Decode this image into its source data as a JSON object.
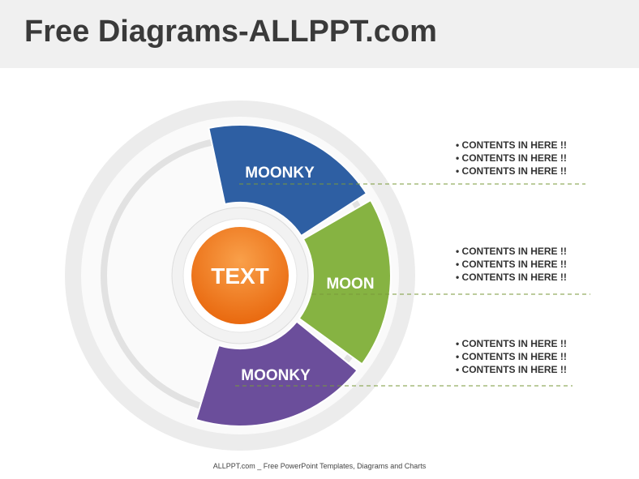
{
  "title": "Free Diagrams-ALLPPT.com",
  "center": {
    "label": "TEXT",
    "color": "#f07a1a"
  },
  "segments": [
    {
      "label": "MOONKY",
      "color": "#2e5fa3",
      "contents": [
        "• CONTENTS IN HERE !!",
        "• CONTENTS IN HERE !!",
        "• CONTENTS IN HERE !!"
      ]
    },
    {
      "label": "MOON",
      "color": "#86b342",
      "contents": [
        "• CONTENTS IN HERE !!",
        "• CONTENTS IN HERE !!",
        "• CONTENTS IN HERE !!"
      ]
    },
    {
      "label": "MOONKY",
      "color": "#6b4e9b",
      "contents": [
        "• CONTENTS IN HERE !!",
        "• CONTENTS IN HERE !!",
        "• CONTENTS IN HERE !!"
      ]
    }
  ],
  "footer": "ALLPPT.com _ Free PowerPoint Templates, Diagrams and Charts"
}
